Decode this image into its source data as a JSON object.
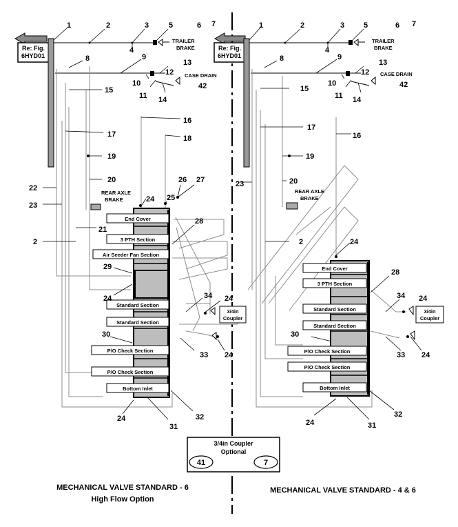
{
  "left": {
    "ref_label_1": "Re: Fig.",
    "ref_label_2": "6HYD01",
    "trailer_brake_1": "TRAILER",
    "trailer_brake_2": "BRAKE",
    "case_drain": "CASE  DRAIN",
    "rear_axle_1": "REAR AXLE",
    "rear_axle_2": "BRAKE",
    "coupler_1": "3/4in",
    "coupler_2": "Coupler",
    "sections": [
      "End Cover",
      "3 PTH Section",
      "Air Seeder Fan Section",
      "Standard Section",
      "Standard Section",
      "P/O Check Section",
      "P/O Check Section",
      "Bottom Inlet"
    ],
    "callouts": [
      "1",
      "2",
      "3",
      "4",
      "5",
      "6",
      "7",
      "8",
      "9",
      "10",
      "11",
      "12",
      "13",
      "14",
      "15",
      "16",
      "17",
      "18",
      "19",
      "20",
      "21",
      "22",
      "23",
      "2",
      "24",
      "25",
      "26",
      "27",
      "28",
      "29",
      "24",
      "34",
      "24",
      "30",
      "33",
      "24",
      "24",
      "31",
      "32",
      "42"
    ],
    "caption_1": "MECHANICAL VALVE STANDARD - 6",
    "caption_2": "High Flow Option"
  },
  "right": {
    "ref_label_1": "Re: Fig.",
    "ref_label_2": "6HYD01",
    "trailer_brake_1": "TRAILER",
    "trailer_brake_2": "BRAKE",
    "case_drain": "CASE  DRAIN",
    "rear_axle_1": "REAR AXLE",
    "rear_axle_2": "BRAKE",
    "coupler_1": "3/4in",
    "coupler_2": "Coupler",
    "sections": [
      "End Cover",
      "3 PTH Section",
      "Standard Section",
      "Standard Section",
      "P/O Check Section",
      "P/O Check Section",
      "Bottom Inlet"
    ],
    "callouts": [
      "1",
      "2",
      "3",
      "4",
      "5",
      "6",
      "7",
      "8",
      "9",
      "10",
      "11",
      "12",
      "13",
      "14",
      "15",
      "16",
      "17",
      "19",
      "20",
      "23",
      "2",
      "24",
      "28",
      "34",
      "24",
      "30",
      "33",
      "24",
      "24",
      "31",
      "32",
      "42"
    ],
    "caption": "MECHANICAL VALVE STANDARD - 4 & 6"
  },
  "optional_box": {
    "title_1": "3/4in Coupler",
    "title_2": "Optional",
    "num_a": "41",
    "num_b": "7"
  },
  "colors": {
    "line": "#000000",
    "hose": "#8c8c8c",
    "valve_fill": "#c8c8c8",
    "body_fill": "#bdbdbd"
  }
}
